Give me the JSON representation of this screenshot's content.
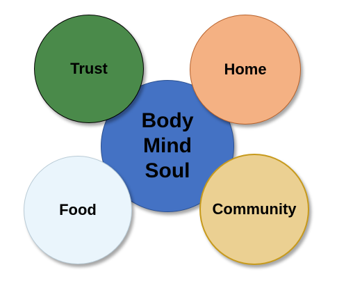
{
  "diagram": {
    "center": {
      "lines": [
        "Body",
        "Mind",
        "Soul"
      ],
      "color": "#4472c4"
    },
    "satellites": {
      "trust": {
        "label": "Trust",
        "color": "#4a8a4a"
      },
      "home": {
        "label": "Home",
        "color": "#f4b183"
      },
      "food": {
        "label": "Food",
        "color": "#eaf5fc"
      },
      "community": {
        "label": "Community",
        "color": "#ebd092"
      }
    }
  }
}
